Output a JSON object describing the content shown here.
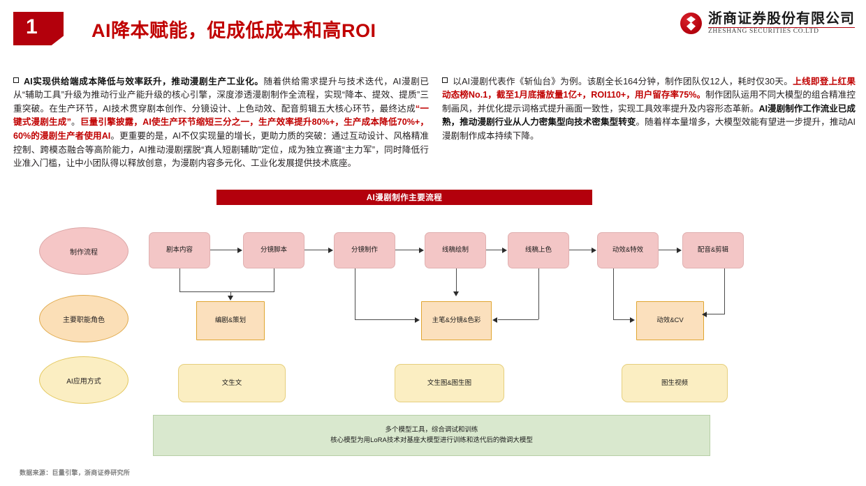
{
  "header": {
    "number": "1",
    "title": "AI降本赋能，促成低成本和高ROI",
    "logo_cn": "浙商证券股份有限公司",
    "logo_en": "ZHESHANG SECURITIES CO.LTD",
    "brand_red": "#b3000c",
    "title_red": "#c00000"
  },
  "left_paragraph": {
    "lead_bold": "AI实现供给端成本降低与效率跃升，推动漫剧生产工业化。",
    "t1": "随着供给需求提升与技术迭代，AI漫剧已从“辅助工具”升级为推动行业产能升级的核心引擎，深度渗透漫剧制作全流程，实现“降本、提效、提质”三重突破。在生产环节，AI技术贯穿剧本创作、分镜设计、上色动效、配音剪辑五大核心环节，最终达成",
    "r1": "“一键式漫剧生成”",
    "t2": "。",
    "r2": "巨量引擎披露，AI使生产环节缩短三分之一，生产效率提升80%+，生产成本降低70%+，60%的漫剧生产者使用AI",
    "t3": "。更重要的是，AI不仅实现量的增长，更助力质的突破：通过互动设计、风格精准控制、跨模态融合等高阶能力，AI推动漫剧摆脱“真人短剧辅助”定位，成为独立赛道“主力军”，同时降低行业准入门槛，让中小团队得以释放创意，为漫剧内容多元化、工业化发展提供技术底座。"
  },
  "right_paragraph": {
    "t1": "以AI漫剧代表作《斩仙台》为例。该剧全长164分钟，制作团队仅12人，耗时仅30天。",
    "r1": "上线即登上红果动态榜No.1，截至1月底播放量1亿+，ROI110+，用户留存率75%。",
    "t2": "制作团队运用不同大模型的组合精准控制画风，并优化提示词格式提升画面一致性，实现工具效率提升及内容形态革新。",
    "b1": "AI漫剧制作工作流业已成熟，推动漫剧行业从人力密集型向技术密集型转变",
    "t3": "。随着样本量增多，大模型效能有望进一步提升，推动AI漫剧制作成本持续下降。"
  },
  "diagram": {
    "title": "AI漫剧制作主要流程",
    "lanes": [
      {
        "label": "制作流程",
        "color": "#f5c6c6"
      },
      {
        "label": "主要职能角色",
        "color": "#fbdfb7"
      },
      {
        "label": "AI应用方式",
        "color": "#fbeec2"
      }
    ],
    "process_steps": [
      "剧本内容",
      "分镜脚本",
      "分镜制作",
      "线稿绘制",
      "线稿上色",
      "动效&特效",
      "配音&剪辑"
    ],
    "role_nodes": [
      "编剧&策划",
      "主笔&分镜&色彩",
      "动效&CV"
    ],
    "ai_nodes": [
      "文生文",
      "文生图&图生图",
      "图生视频"
    ],
    "summary_line1": "多个模型工具，综合调试和训练",
    "summary_line2": "核心模型为用LoRA技术对基座大模型进行训练和迭代后的微调大模型"
  },
  "footer": {
    "source": "数据来源：巨量引擎，浙商证券研究所"
  }
}
